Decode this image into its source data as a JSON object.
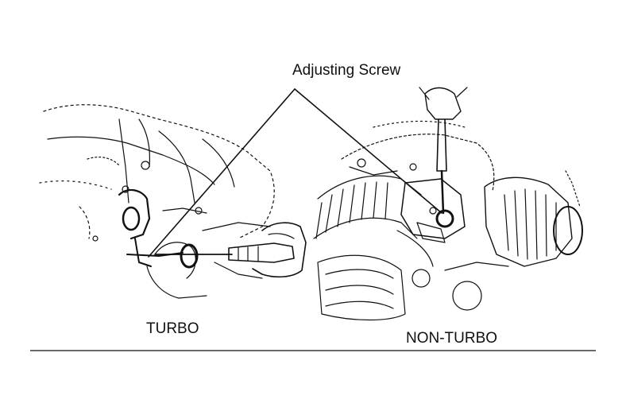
{
  "callout": {
    "label": "Adjusting Screw"
  },
  "views": [
    {
      "id": "turbo",
      "caption": "TURBO"
    },
    {
      "id": "non-turbo",
      "caption": "NON-TURBO"
    }
  ],
  "colors": {
    "ink": "#111111",
    "background": "#ffffff"
  }
}
